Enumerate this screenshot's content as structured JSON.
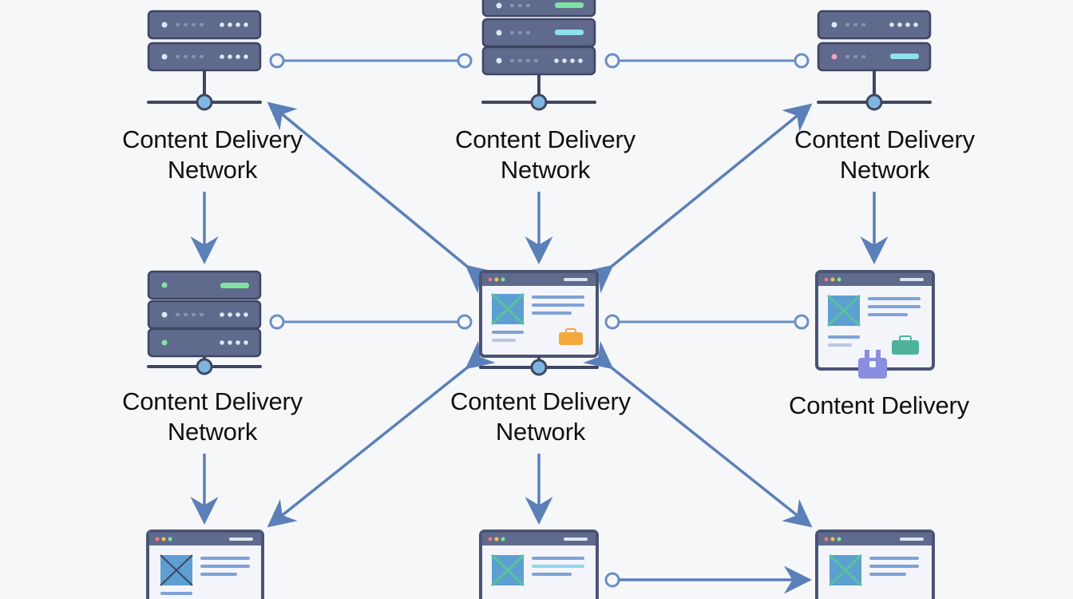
{
  "colors": {
    "background": "#f6f7f9",
    "connector": "#6a8ec7",
    "arrow": "#5b7fb8",
    "server_body": "#5f6a8c",
    "server_outline": "#3f4663",
    "browser_frame": "#4a5475",
    "browser_screen": "#f3f5fa",
    "image_placeholder": "#5d9fd0",
    "image_accent": "#57c3a0",
    "text_line": "#7ea2d8",
    "led_green": "#7ee3a1",
    "led_cyan": "#8fe0ee",
    "led_pink": "#f0a3c0",
    "bag_orange": "#f2a93b",
    "bag_teal": "#4fb39c",
    "lock_purple": "#8a8de0"
  },
  "labels": {
    "top_left": [
      "Content Delivery",
      "Network"
    ],
    "top_center": [
      "Content Delivery",
      "Network"
    ],
    "top_right": [
      "Content Delivery",
      "Network"
    ],
    "middle_left": [
      "Content Delivery",
      "Network"
    ],
    "middle_center": [
      "Content Delivery",
      "Network"
    ],
    "middle_right": [
      "Content Delivery"
    ]
  },
  "nodes": [
    {
      "id": "server-top-left",
      "kind": "server",
      "leds": [
        "dots",
        "dots"
      ]
    },
    {
      "id": "server-top-center",
      "kind": "server",
      "leds": [
        "green",
        "cyan",
        "dots"
      ]
    },
    {
      "id": "server-top-right",
      "kind": "server",
      "leds": [
        "dots",
        "cyan"
      ]
    },
    {
      "id": "server-middle-left",
      "kind": "server",
      "leds": [
        "green",
        "dots",
        "dots"
      ]
    },
    {
      "id": "browser-center-hub",
      "kind": "browser",
      "badge": "bag-orange"
    },
    {
      "id": "browser-middle-right",
      "kind": "browser",
      "badge": "bag-teal"
    },
    {
      "id": "browser-bottom-left",
      "kind": "browser"
    },
    {
      "id": "browser-bottom-center",
      "kind": "browser"
    },
    {
      "id": "browser-bottom-right",
      "kind": "browser"
    }
  ]
}
